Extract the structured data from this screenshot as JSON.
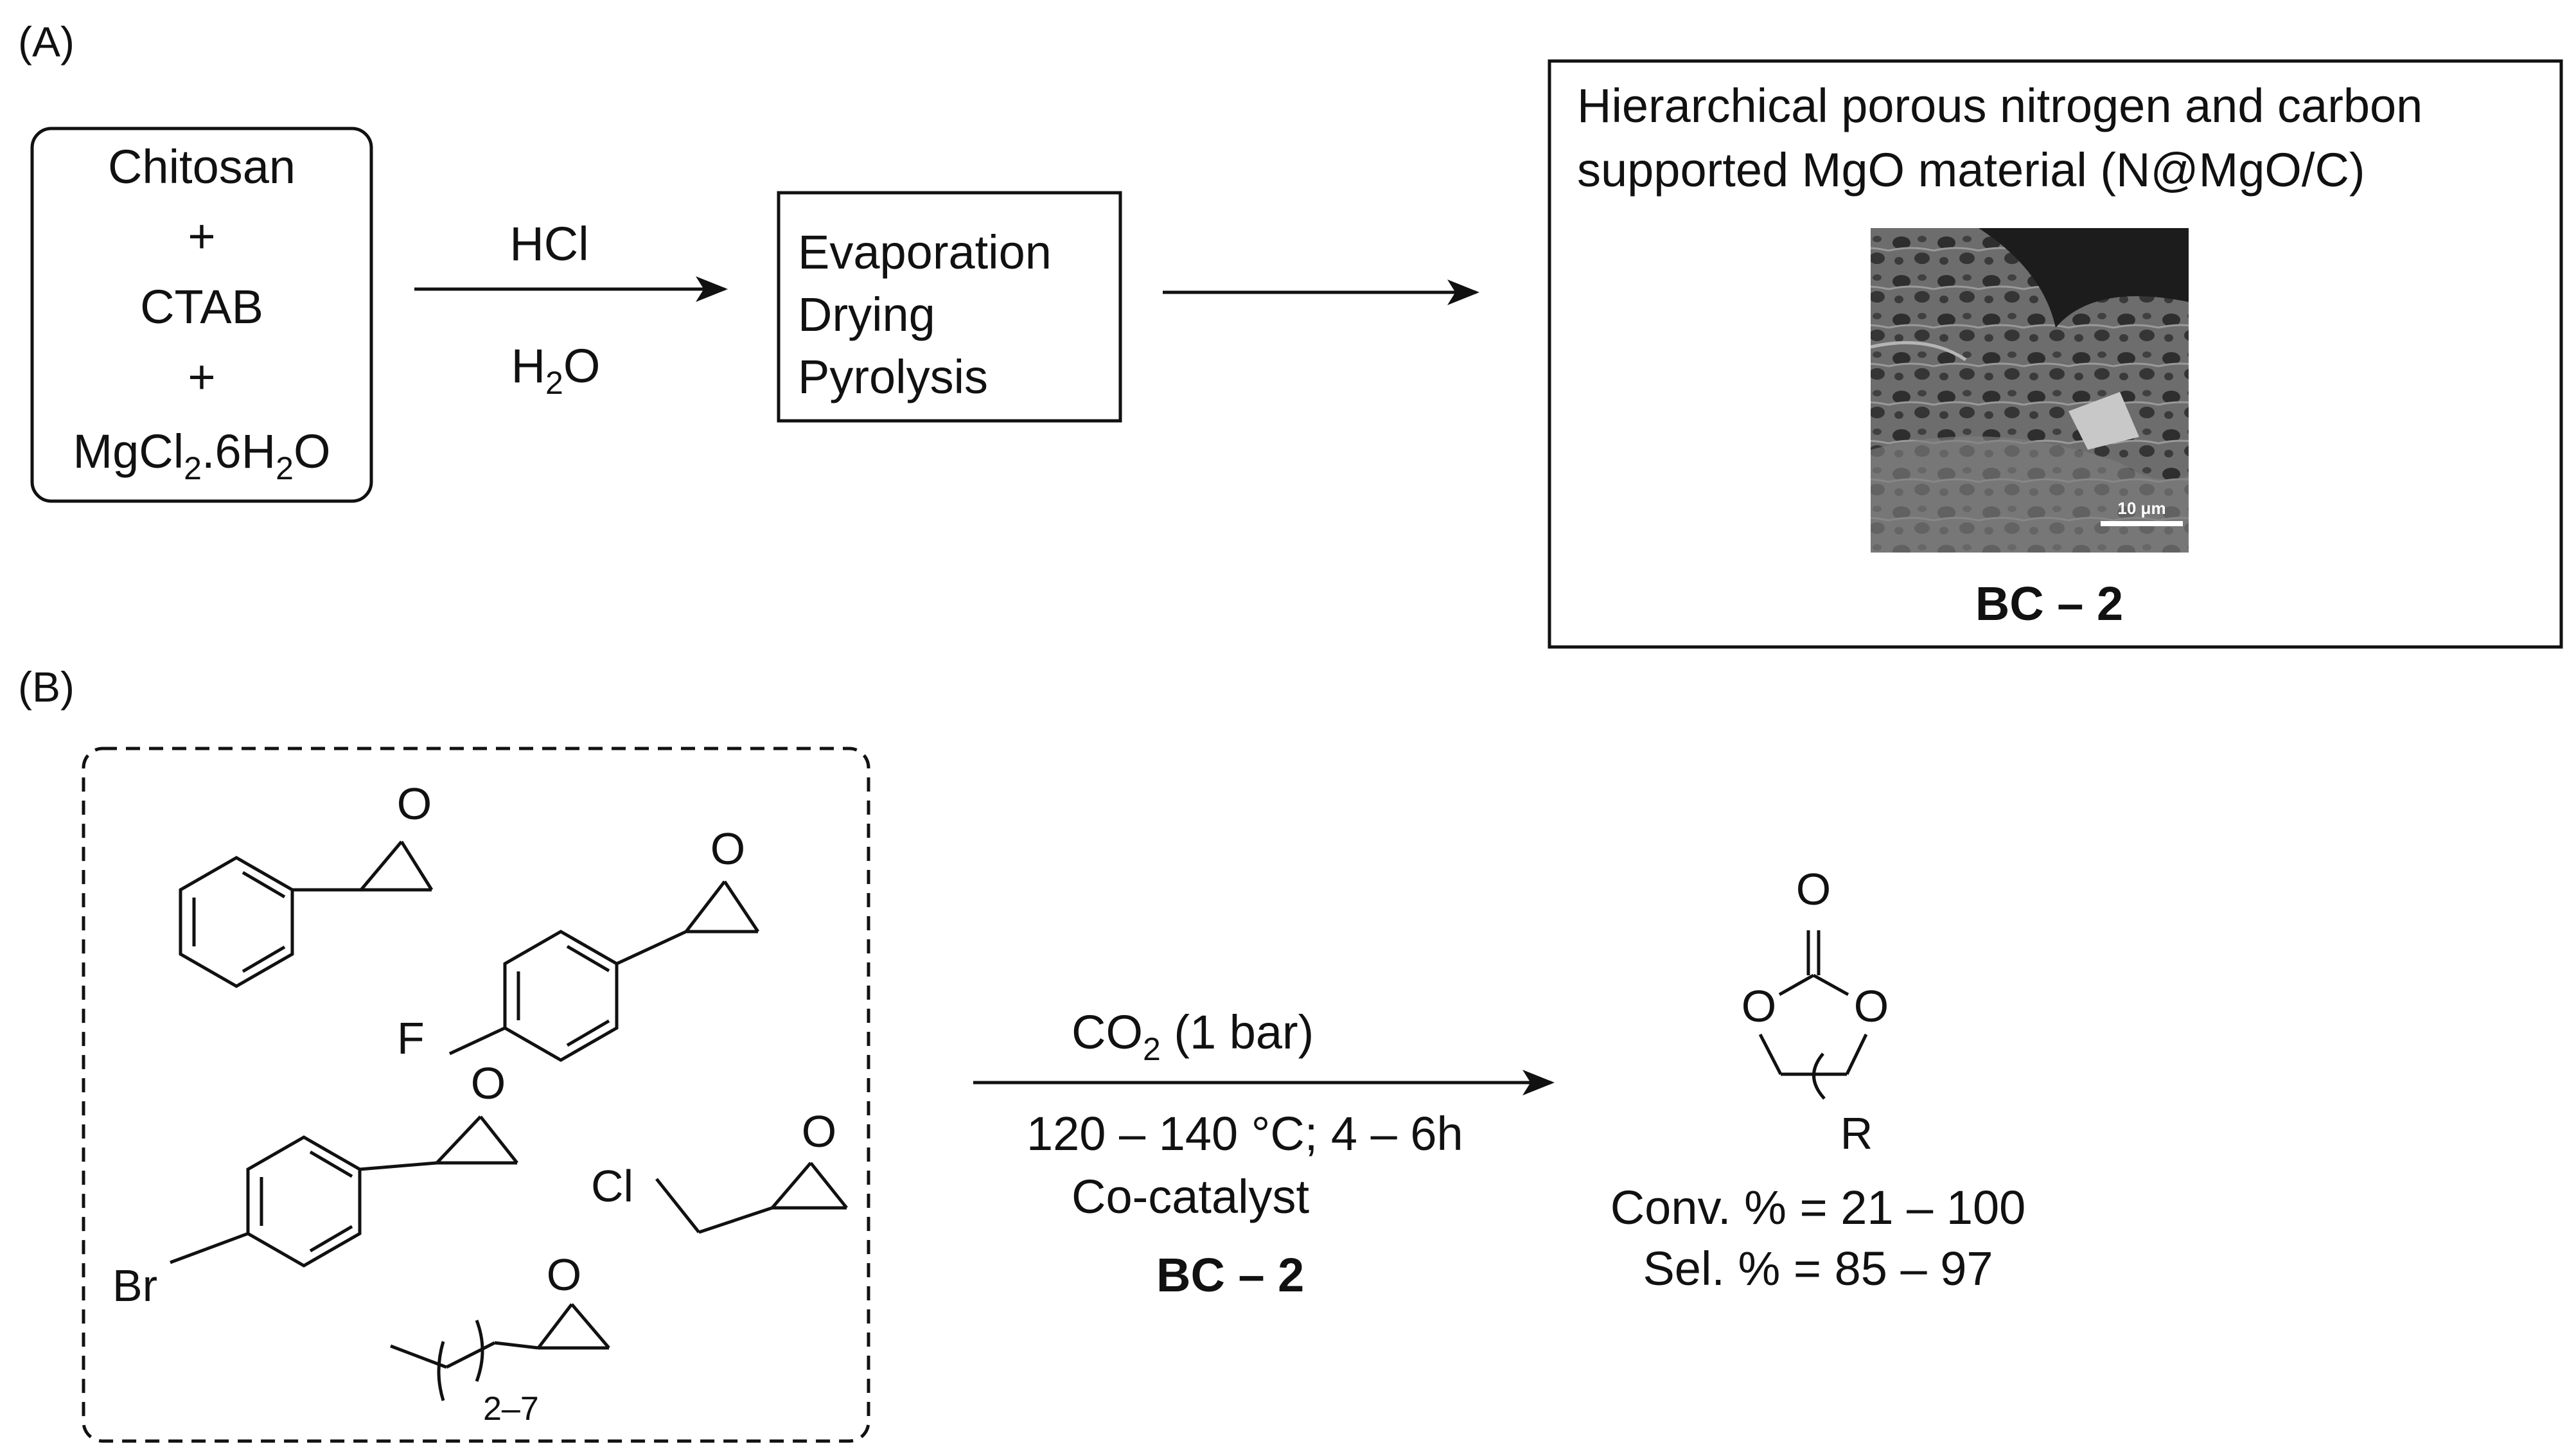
{
  "panel_a": {
    "label": "(A)",
    "reagents": {
      "line1": "Chitosan",
      "plus1": "+",
      "line2": "CTAB",
      "plus2": "+",
      "line3_main": "MgCl",
      "line3_sub1": "2",
      "line3_mid": ".6H",
      "line3_sub2": "2",
      "line3_end": "O"
    },
    "arrow1": {
      "top": "HCl",
      "bottom_main": "H",
      "bottom_sub": "2",
      "bottom_end": "O"
    },
    "process": [
      "Evaporation",
      "Drying",
      "Pyrolysis"
    ],
    "product": {
      "title_line1": "Hierarchical porous nitrogen and carbon",
      "title_line2": "supported MgO material (N@MgO/C)",
      "scale_bar": "10 μm",
      "catalyst_name": "BC – 2"
    }
  },
  "panel_b": {
    "label": "(B)",
    "substrates": {
      "fluoro_label": "F",
      "bromo_label": "Br",
      "chloro_label": "Cl",
      "repeat_sub": "2–7",
      "oxygen": "O"
    },
    "conditions": {
      "co2_main": "CO",
      "co2_sub": "2",
      "co2_end": " (1 bar)",
      "temperature": "120 – 140 °C; 4 – 6h",
      "cocatalyst": "Co-catalyst",
      "catalyst": "BC – 2"
    },
    "product": {
      "carbonyl_o": "O",
      "ring_o_left": "O",
      "ring_o_right": "O",
      "r_group": "R",
      "conversion": "Conv. % = 21 – 100",
      "selectivity": "Sel. % = 85 – 97"
    }
  }
}
